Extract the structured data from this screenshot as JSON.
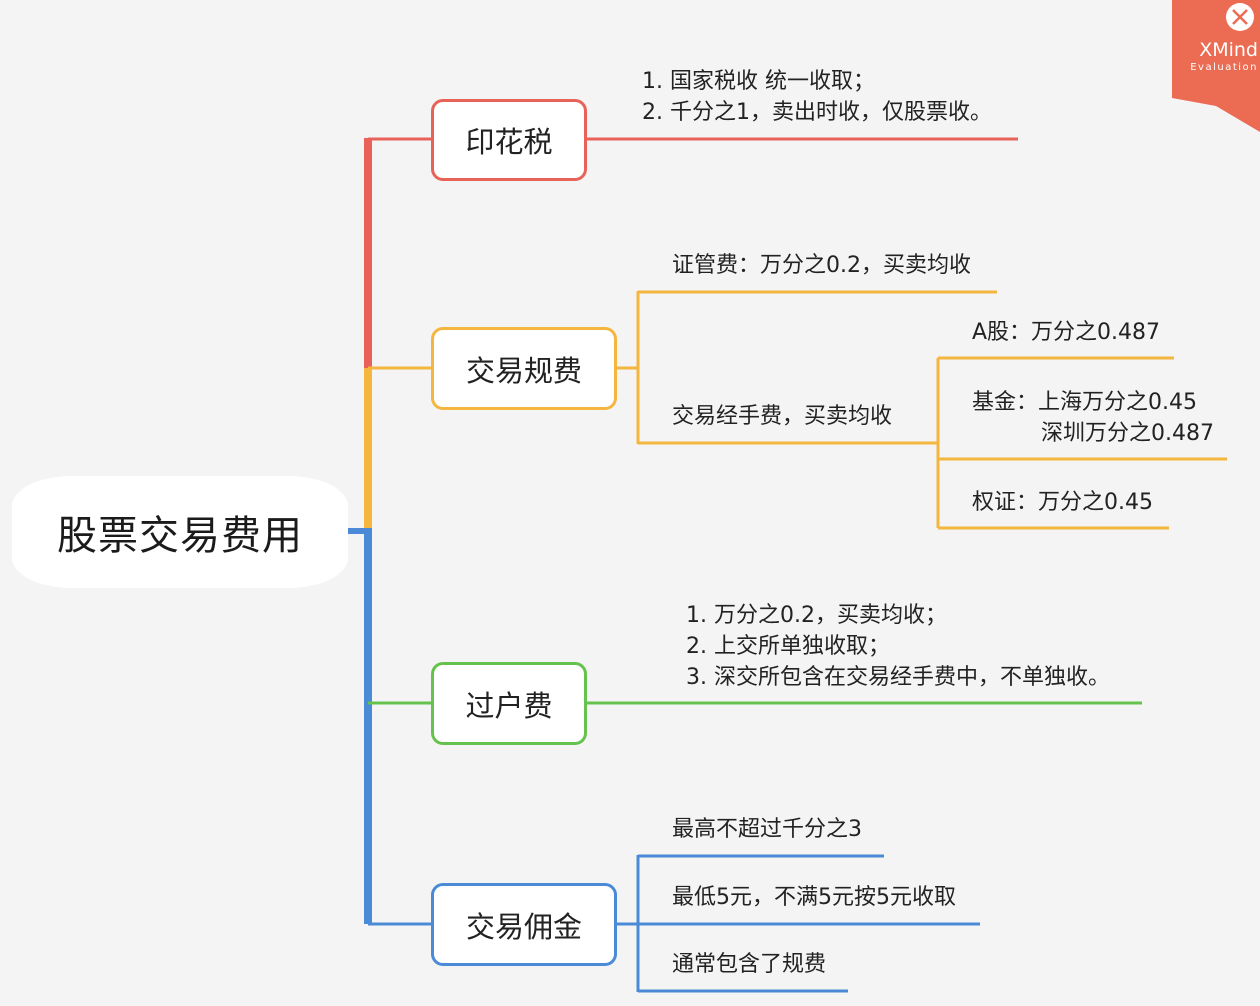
{
  "root": {
    "label": "股票交易费用"
  },
  "colors": {
    "red": "#e8625a",
    "orange": "#f4b63e",
    "green": "#66c24e",
    "blue": "#4a8ad6",
    "watermark": "#ec6b53"
  },
  "branches": {
    "stamp": {
      "label": "印花税",
      "notes": [
        "1. 国家税收 统一收取；",
        "2. 千分之1，卖出时收，仅股票收。"
      ]
    },
    "regulatory": {
      "label": "交易规费",
      "sec_fee": "证管费：万分之0.2，买卖均收",
      "handling_fee": "交易经手费，买卖均收",
      "a_share": "A股：万分之0.487",
      "fund_line1": "基金：上海万分之0.45",
      "fund_line2": "深圳万分之0.487",
      "warrant": "权证：万分之0.45"
    },
    "transfer": {
      "label": "过户费",
      "notes": [
        "1. 万分之0.2，买卖均收；",
        "2. 上交所单独收取；",
        "3. 深交所包含在交易经手费中，不单独收。"
      ]
    },
    "commission": {
      "label": "交易佣金",
      "max": "最高不超过千分之3",
      "min": "最低5元，不满5元按5元收取",
      "incl": "通常包含了规费"
    }
  },
  "watermark": {
    "brand": "XMind",
    "sub": "Evaluation",
    "close_icon": "close-icon"
  }
}
